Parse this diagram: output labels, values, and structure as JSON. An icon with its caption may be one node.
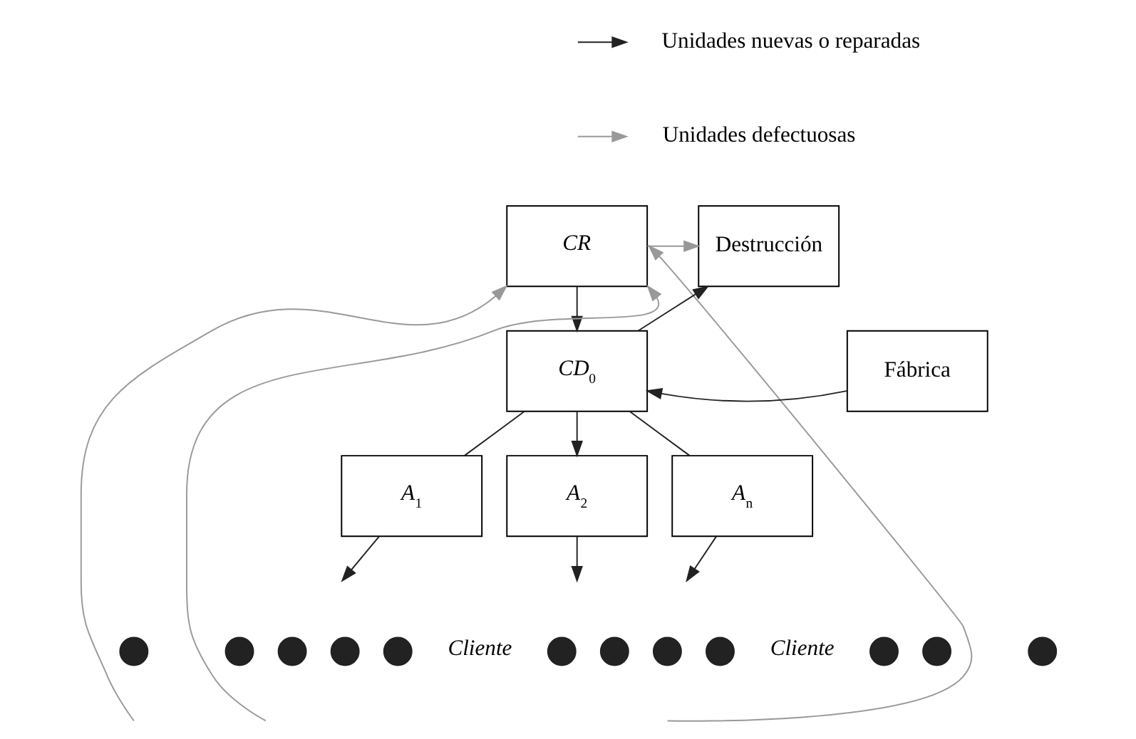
{
  "diagram": {
    "nodes": [
      {
        "text": [
          "CR"
        ]
      },
      {
        "text": [
          "Destrucción"
        ]
      },
      {
        "text": [
          "CD$_{0}$"
        ]
      },
      {
        "text": [
          "Fábrica"
        ]
      },
      {
        "text": [
          "A$_{1}$"
        ]
      },
      {
        "text": [
          "A$_{2}$"
        ]
      },
      {
        "text": [
          "A$_{n}$"
        ]
      },
      {
        "text": [],
        "shape": "circle"
      },
      {
        "text": [],
        "shape": "circle"
      },
      {
        "text": [],
        "shape": "circle"
      },
      {
        "text": [],
        "shape": "circle"
      },
      {
        "text": [],
        "shape": "circle"
      },
      {
        "text": [],
        "shape": "circle"
      },
      {
        "text": [],
        "shape": "circle"
      },
      {
        "text": [],
        "shape": "circle"
      },
      {
        "text": [],
        "shape": "circle"
      },
      {
        "text": [],
        "shape": "circle"
      },
      {
        "text": [],
        "shape": "circle"
      },
      {
        "text": [],
        "shape": "circle"
      }
    ],
    "edges": [
      {
        "from": 0,
        "to": 1,
        "arrow": "to",
        "color": "#999999"
      },
      {
        "from": 0,
        "to": 2,
        "arrow": "to"
      },
      {
        "from": 2,
        "to": 1,
        "arrow": "to"
      },
      {
        "from": 3,
        "to": 2,
        "arrow": "to"
      },
      {
        "from": 2,
        "to": 4,
        "arrow": "none"
      },
      {
        "from": 2,
        "to": 5,
        "arrow": "to"
      },
      {
        "from": 2,
        "to": 6,
        "arrow": "none"
      },
      {
        "from": 4,
        "to": null,
        "arrow": "to"
      },
      {
        "from": 5,
        "to": null,
        "arrow": "to"
      },
      {
        "from": 6,
        "to": null,
        "arrow": "to"
      },
      {
        "from": null,
        "to": 0,
        "arrow": "to",
        "color": "#999999"
      },
      {
        "from": null,
        "to": 0,
        "arrow": "to",
        "color": "#999999"
      },
      {
        "from": null,
        "to": 0,
        "arrow": "to",
        "color": "#999999"
      }
    ],
    "labels": [
      "Cliente",
      "Cliente"
    ],
    "legend": [
      {
        "text": "Unidades nuevas o reparadas"
      },
      {
        "text": "Unidades defectuosas"
      }
    ]
  }
}
